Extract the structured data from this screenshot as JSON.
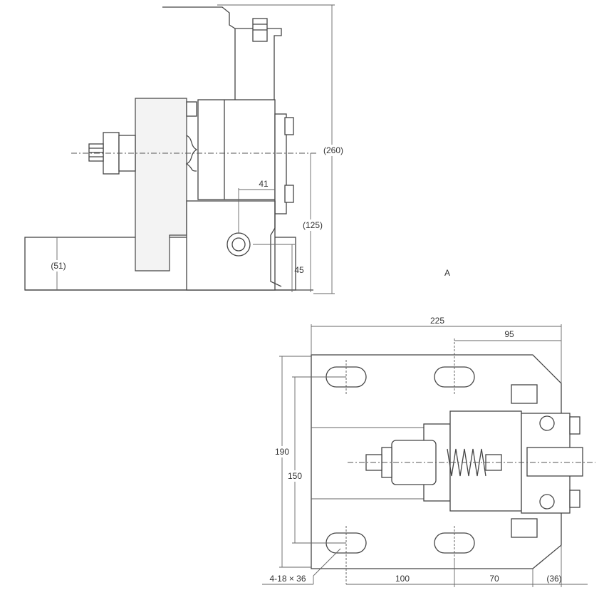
{
  "view_label": "A",
  "side_view": {
    "dims": {
      "height_total": "(260)",
      "axis_height": "(125)",
      "base_height": "(51)",
      "bolt_height": "45",
      "bolt_offset": "41"
    }
  },
  "plan_view": {
    "dims": {
      "width_total": "225",
      "slot_offset": "95",
      "depth_outer": "190",
      "depth_slots": "150",
      "slot_spacing": "100",
      "slot_to_edge": "70",
      "overhang": "(36)",
      "hole_spec": "4-18 × 36"
    }
  }
}
